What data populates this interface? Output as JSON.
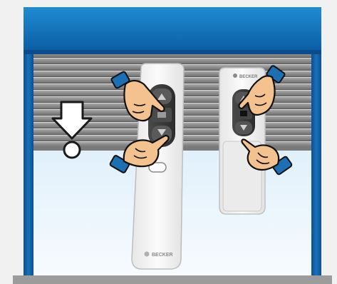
{
  "scene": {
    "description_icons": {
      "down_arrow": "down-arrow-icon",
      "hands": "pointing-hand-icon",
      "remotes": "remote-control"
    },
    "brand_left": "BECKER",
    "brand_right": "BECKER"
  },
  "colors": {
    "background": "#f1f1f1",
    "frame_blue": "#1a71b8",
    "frame_blue_dark": "#0b4f93",
    "top_box_blue": "#1688cf",
    "shutter_gray": "#8e8e8e",
    "remote_body": "#f3f3f3",
    "remote_panel": "#3a3a3a",
    "hand_skin": "#f3c28f",
    "hand_outline": "#2a2a2a",
    "cuff_blue": "#1d6fb3",
    "bottom_bar": "#9c9c9c"
  }
}
